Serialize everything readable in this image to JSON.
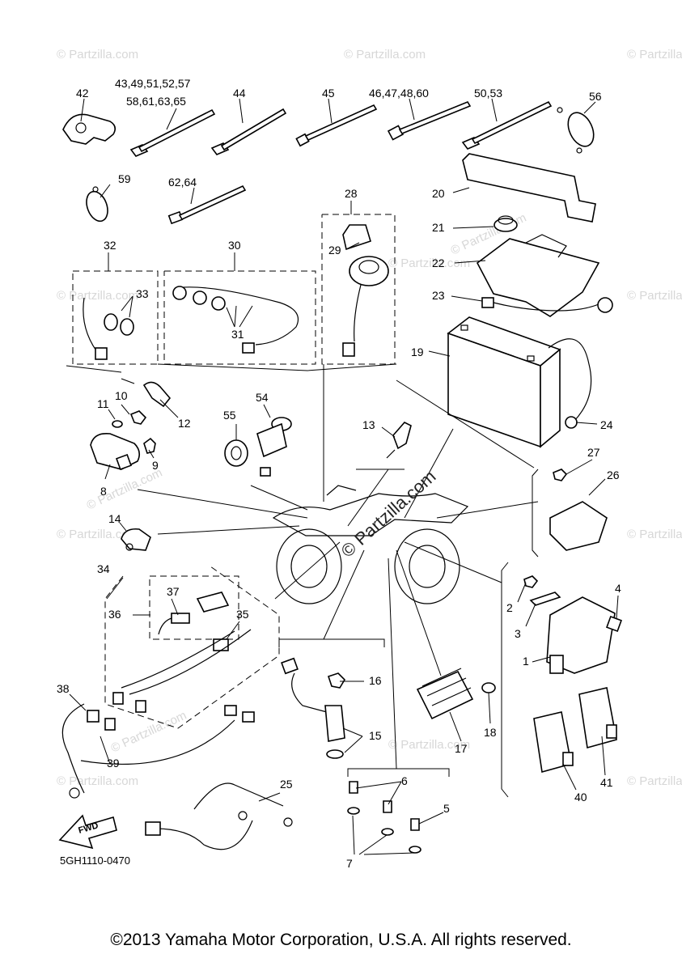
{
  "watermark": "© Partzilla.com",
  "callouts": {
    "c1": "1",
    "c2": "2",
    "c3": "3",
    "c4": "4",
    "c5": "5",
    "c6": "6",
    "c7": "7",
    "c8": "8",
    "c9": "9",
    "c10": "10",
    "c11": "11",
    "c12": "12",
    "c13": "13",
    "c14": "14",
    "c15": "15",
    "c16": "16",
    "c17": "17",
    "c18": "18",
    "c19": "19",
    "c20": "20",
    "c21": "21",
    "c22": "22",
    "c23": "23",
    "c24": "24",
    "c25": "25",
    "c26": "26",
    "c27": "27",
    "c28": "28",
    "c29": "29",
    "c30": "30",
    "c31": "31",
    "c32": "32",
    "c33": "33",
    "c34": "34",
    "c35": "35",
    "c36": "36",
    "c37": "37",
    "c38": "38",
    "c39": "39",
    "c40": "40",
    "c41": "41",
    "c42": "42",
    "c43": "43,49,51,52,57",
    "c43b": "58,61,63,65",
    "c44": "44",
    "c45": "45",
    "c46": "46,47,48,60",
    "c50": "50,53",
    "c54": "54",
    "c55": "55",
    "c56": "56",
    "c59": "59",
    "c62": "62,64"
  },
  "fwd_label": "FWD",
  "diagram_code": "5GH1110-0470",
  "copyright": "©2013 Yamaha Motor Corporation, U.S.A. All rights reserved."
}
